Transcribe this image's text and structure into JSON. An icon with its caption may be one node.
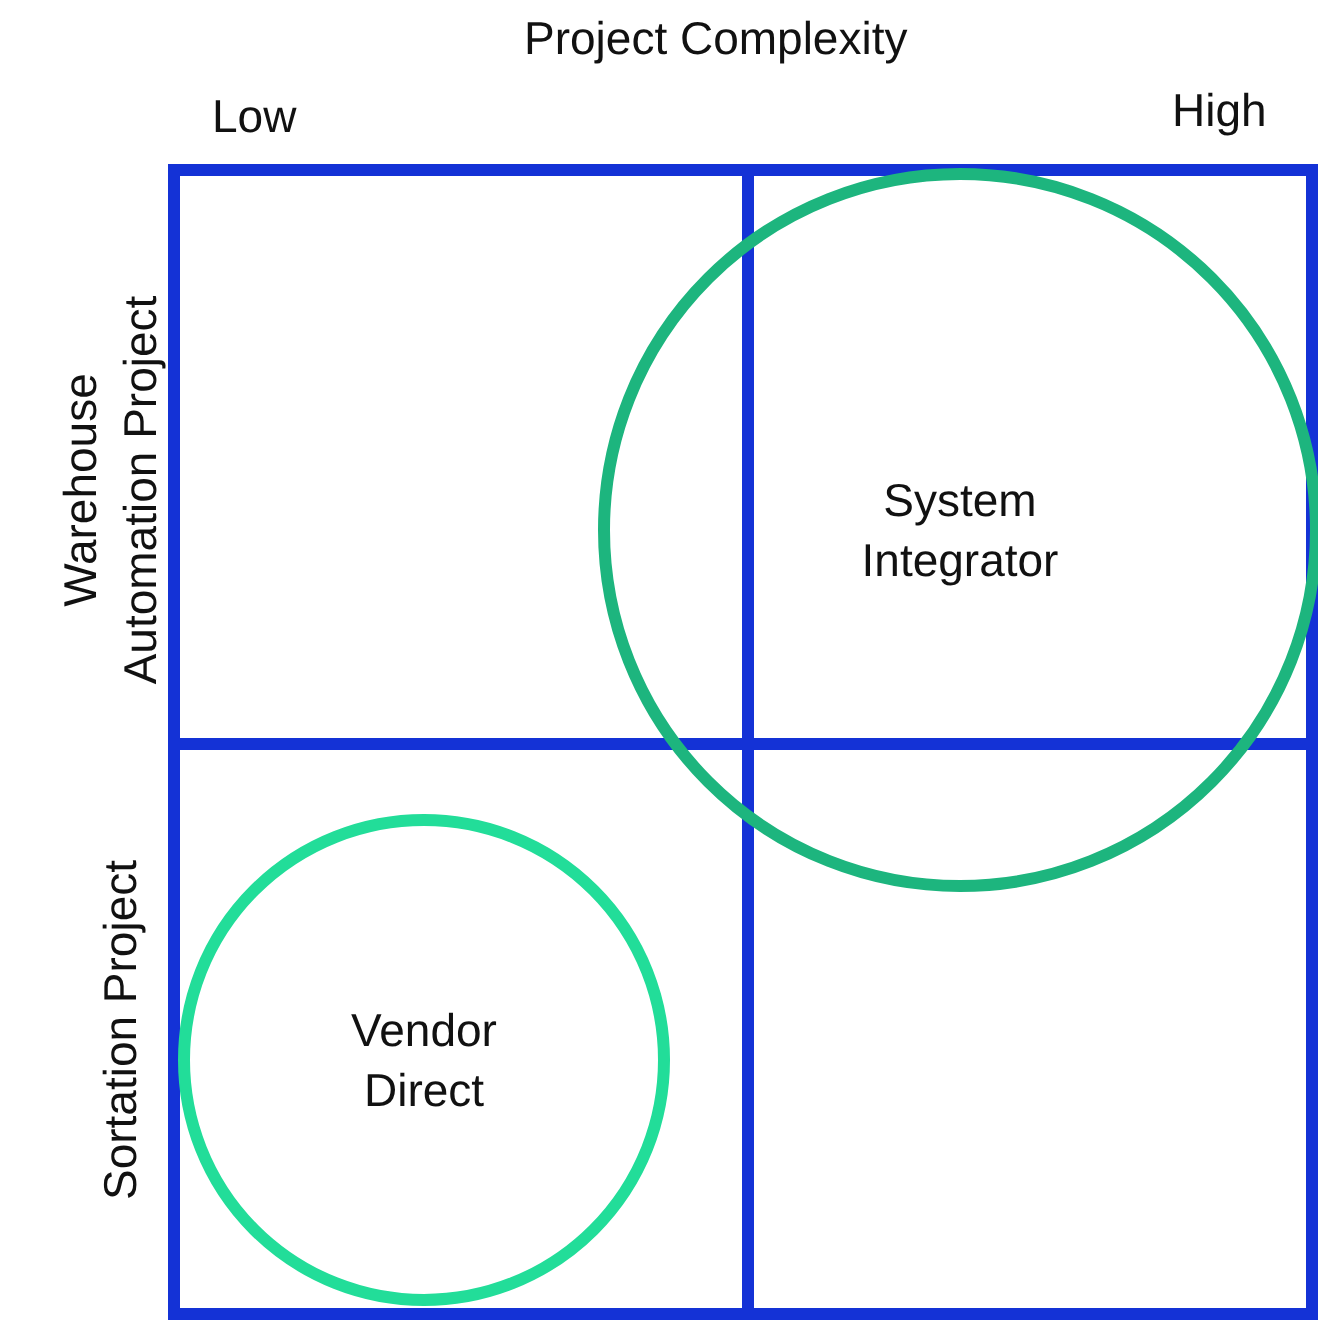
{
  "diagram": {
    "nodes": [
      {
        "text": [
          "System Integrator"
        ]
      },
      {
        "text": [
          "Vendor Direct"
        ]
      }
    ],
    "edges": [],
    "labels": [
      "Project Complexity",
      "Low",
      "High",
      "Warehouse Automation Project",
      "Sortation Project"
    ]
  }
}
